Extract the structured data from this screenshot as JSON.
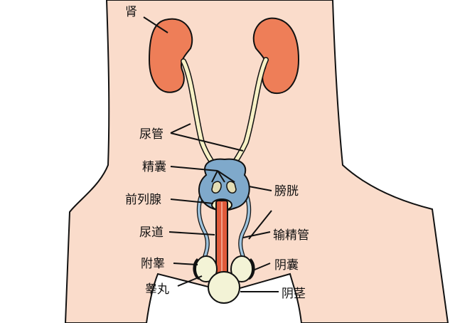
{
  "labels": {
    "kidney": "肾",
    "ureter": "尿管",
    "seminal_vesicle": "精囊",
    "prostate": "前列腺",
    "urethra": "尿道",
    "epididymis": "附睾",
    "testis": "睾丸",
    "bladder": "膀胱",
    "vas_deferens": "输精管",
    "scrotum": "阴囊",
    "penis": "阴茎"
  },
  "colors": {
    "skin": "#fadccb",
    "kidney": "#ee7e58",
    "ureter": "#f7f1c6",
    "bladder": "#7fa9cb",
    "urethra": "#e05a3a",
    "testis": "#f3f3d6",
    "outline": "#111111"
  }
}
